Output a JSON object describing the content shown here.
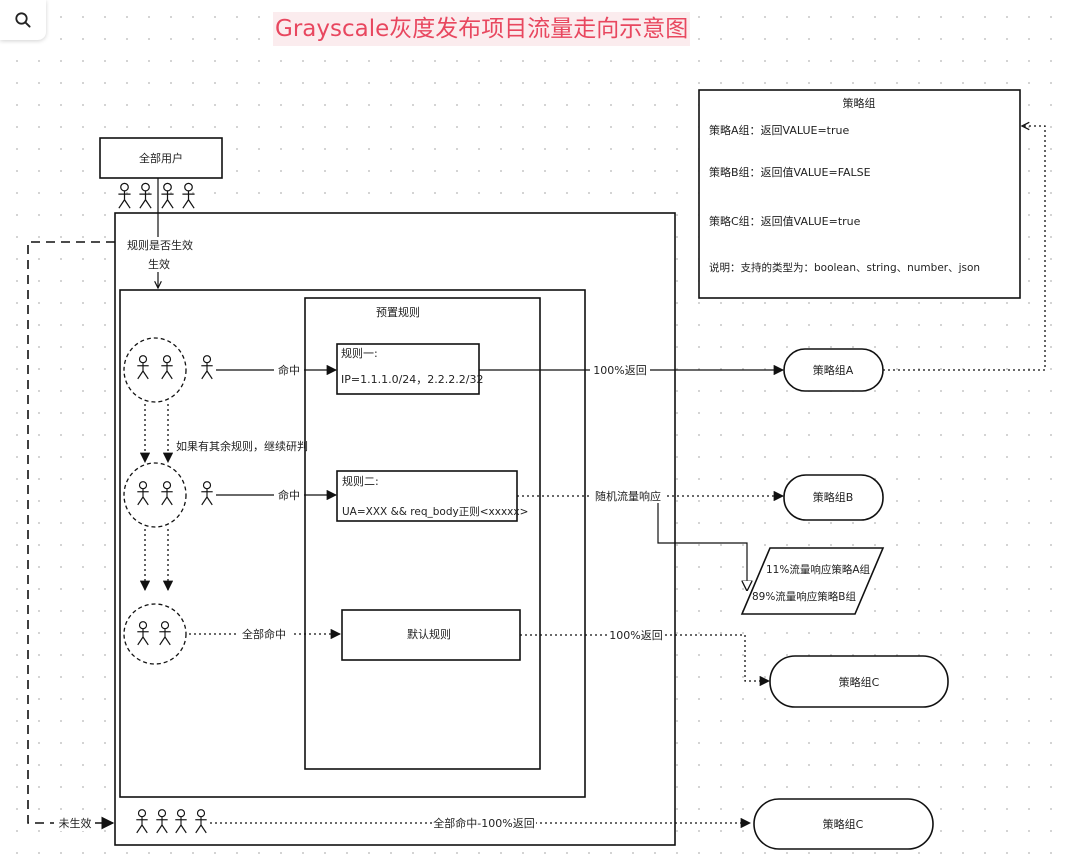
{
  "title": "Grayscale灰度发布项目流量走向示意图",
  "toolbar": {
    "search_icon": "search-icon"
  },
  "colors": {
    "title_text": "#e8475f",
    "title_bg": "#fbecee",
    "stroke": "#111111"
  },
  "nodes": {
    "all_users": "全部用户",
    "rule_effective_line1": "规则是否生效",
    "rule_effective_line2": "生效",
    "preset_rules": "预置规则",
    "rule1_title": "规则一:",
    "rule1_body": "IP=1.1.1.0/24，2.2.2.2/32",
    "rule2_title": "规则二:",
    "rule2_body": "UA=XXX && req_body正则<xxxxx>",
    "default_rule": "默认规则",
    "group_a": "策略组A",
    "group_b": "策略组B",
    "group_c": "策略组C",
    "group_c_bottom": "策略组C",
    "split_line1": "11%流量响应策略A组",
    "split_line2": "89%流量响应策略B组"
  },
  "edges": {
    "hit1": "命中",
    "hit2": "命中",
    "all_hit": "全部命中",
    "continue": "如果有其余规则，继续研判",
    "return_100_a": "100%返回",
    "random": "随机流量响应",
    "return_100_c": "100%返回",
    "not_effective": "未生效",
    "all_hit_100": "全部命中-100%返回"
  },
  "policy_panel": {
    "title": "策略组",
    "line_a": "策略A组：返回VALUE=true",
    "line_b": "策略B组：返回值VALUE=FALSE",
    "line_c": "策略C组：返回值VALUE=true",
    "note": "说明：支持的类型为：boolean、string、number、json"
  }
}
